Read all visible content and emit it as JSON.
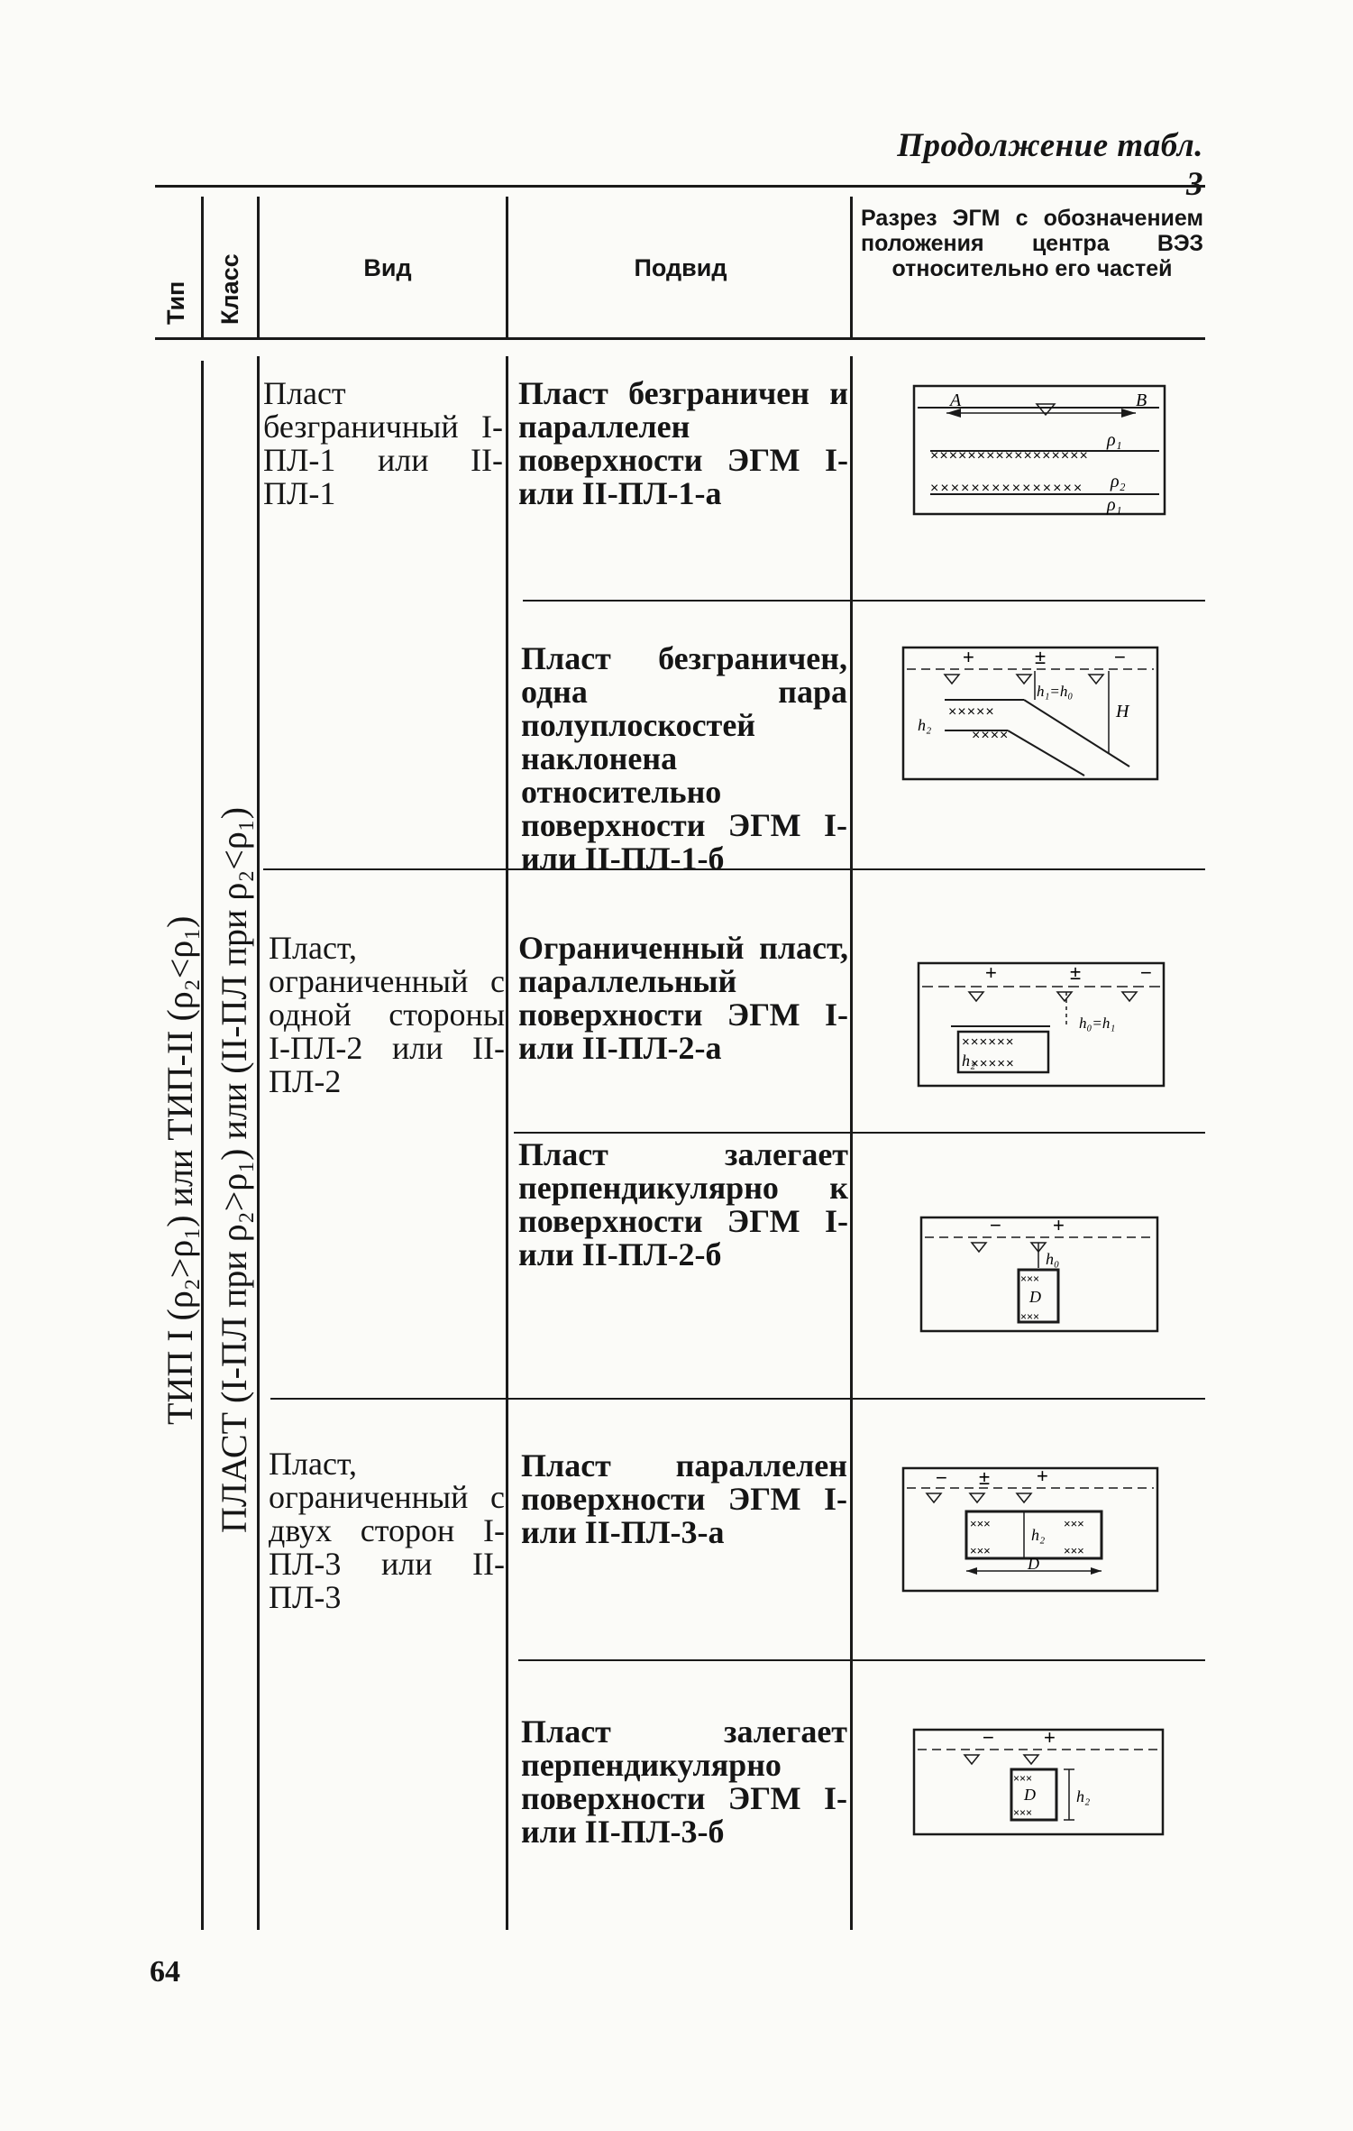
{
  "caption": "Продолжение табл. 3",
  "page_number": "64",
  "header": {
    "type": "Тип",
    "class": "Класс",
    "kind": "Вид",
    "subkind": "Подвид",
    "section": "Разрез ЭГМ с обозначением положения центра ВЭЗ относительно его частей"
  },
  "type_label": "ТИП I (ρ₂>ρ₁) или ТИП-II (ρ₂<ρ₁)",
  "class_label": "ПЛАСТ (I-ПЛ при ρ₂>ρ₁) или (II-ПЛ при ρ₂<ρ₁)",
  "kinds": [
    "Пласт безграничный I-ПЛ-1 или II-ПЛ-1",
    "Пласт, ограниченный с одной стороны I-ПЛ-2 или II-ПЛ-2",
    "Пласт, ограниченный с двух сторон I-ПЛ-3 или II-ПЛ-3"
  ],
  "subkinds": [
    "Пласт безграничен и параллелен поверхности ЭГМ I- или II-ПЛ-1-а",
    "Пласт безграничен, одна пара полуплоскостей наклонена относительно поверхности ЭГМ I- или II-ПЛ-1-б",
    "Ограниченный пласт, параллельный поверхности ЭГМ I- или II-ПЛ-2-а",
    "Пласт залегает перпендикулярно к поверхности ЭГМ I- или II-ПЛ-2-б",
    "Пласт параллелен поверхности ЭГМ I- или II-ПЛ-3-а",
    "Пласт залегает перпендикулярно поверхности ЭГМ I- или II-ПЛ-3-б"
  ],
  "diagram_labels": {
    "d1": {
      "a": "A",
      "b": "B",
      "rho1": "ρ₁",
      "rho2": "ρ₂",
      "rho1b": "ρ₁"
    },
    "d2": {
      "h1h0": "h₁=h₀",
      "h2": "h₂",
      "H": "H",
      "plus": "+",
      "pm": "±",
      "minus": "−"
    },
    "d3": {
      "h0h1": "h₀=h₁",
      "h2": "h₂",
      "plus": "+",
      "pm": "±",
      "minus": "−"
    },
    "d4": {
      "h0": "h₀",
      "D": "D",
      "plus": "+",
      "minus": "−"
    },
    "d5": {
      "h2": "h₂",
      "D": "D",
      "plus": "+",
      "pm": "±",
      "minus": "−"
    },
    "d6": {
      "h2": "h₂",
      "D": "D",
      "plus": "+",
      "minus": "−"
    }
  }
}
